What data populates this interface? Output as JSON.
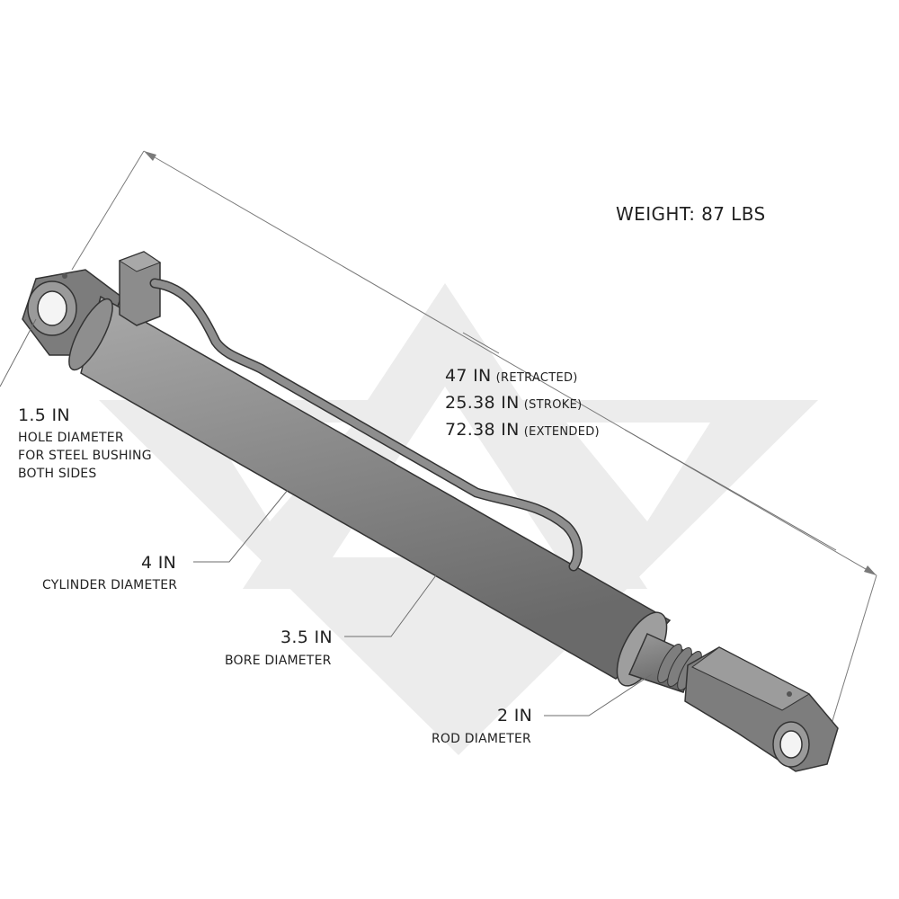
{
  "weight": "WEIGHT: 87 LBS",
  "length": {
    "retracted_value": "47 IN",
    "retracted_note": "(RETRACTED)",
    "stroke_value": "25.38 IN",
    "stroke_note": "(STROKE)",
    "extended_value": "72.38 IN",
    "extended_note": "(EXTENDED)"
  },
  "hole": {
    "value": "1.5 IN",
    "line1": "HOLE DIAMETER",
    "line2": "FOR STEEL BUSHING",
    "line3": "BOTH SIDES"
  },
  "cylinder": {
    "value": "4 IN",
    "desc": "CYLINDER DIAMETER"
  },
  "bore": {
    "value": "3.5 IN",
    "desc": "BORE DIAMETER"
  },
  "rod": {
    "value": "2 IN",
    "desc": "ROD DIAMETER"
  },
  "colors": {
    "body": "#8a8a8a",
    "body_dark": "#5f5f5f",
    "body_light": "#b5b5b5",
    "watermark": "#ececec",
    "line": "#6e6e6e"
  }
}
